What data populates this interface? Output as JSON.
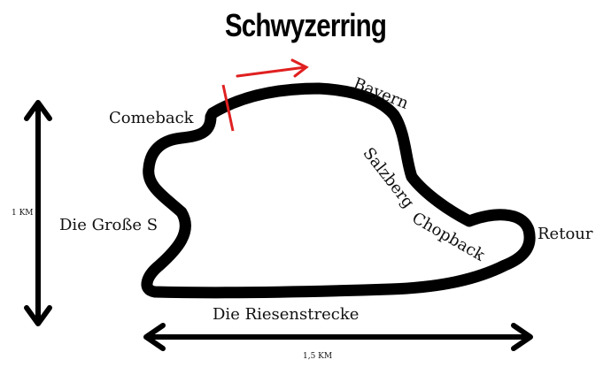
{
  "title": "Schwyzerring",
  "corners": {
    "comeback": "Comeback",
    "bayern": "Bayern",
    "salzberg": "Salzberg",
    "chopback": "Chopback",
    "retour": "Retour",
    "die_grosse_s": "Die Große S",
    "die_riesenstrecke": "Die Riesenstrecke"
  },
  "scale": {
    "vertical": "1 KM",
    "horizontal": "1,5 KM"
  },
  "colors": {
    "track": "#000000",
    "start_line": "#e02020",
    "direction_arrow": "#e02020"
  }
}
